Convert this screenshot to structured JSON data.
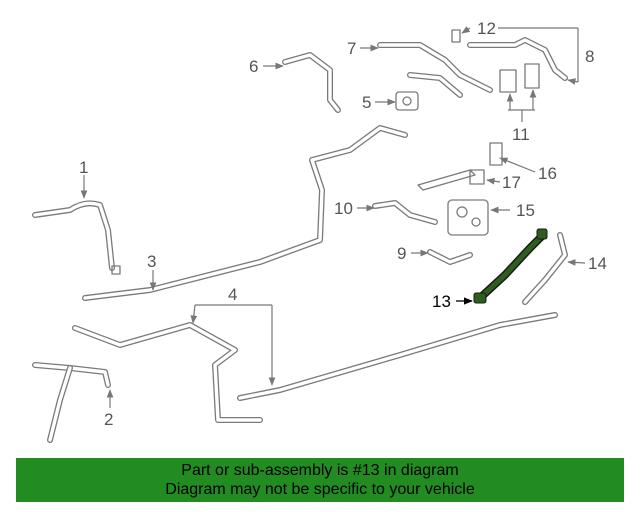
{
  "diagram": {
    "callouts": [
      "1",
      "2",
      "3",
      "4",
      "5",
      "6",
      "7",
      "8",
      "9",
      "10",
      "11",
      "12",
      "13",
      "14",
      "15",
      "16",
      "17"
    ],
    "highlight_part": "13",
    "highlight_color": "#2e5e1e"
  },
  "banner": {
    "line1": "Part or sub-assembly is #13 in diagram",
    "line2": "Diagram may not be specific to your vehicle",
    "background": "#228b22"
  }
}
